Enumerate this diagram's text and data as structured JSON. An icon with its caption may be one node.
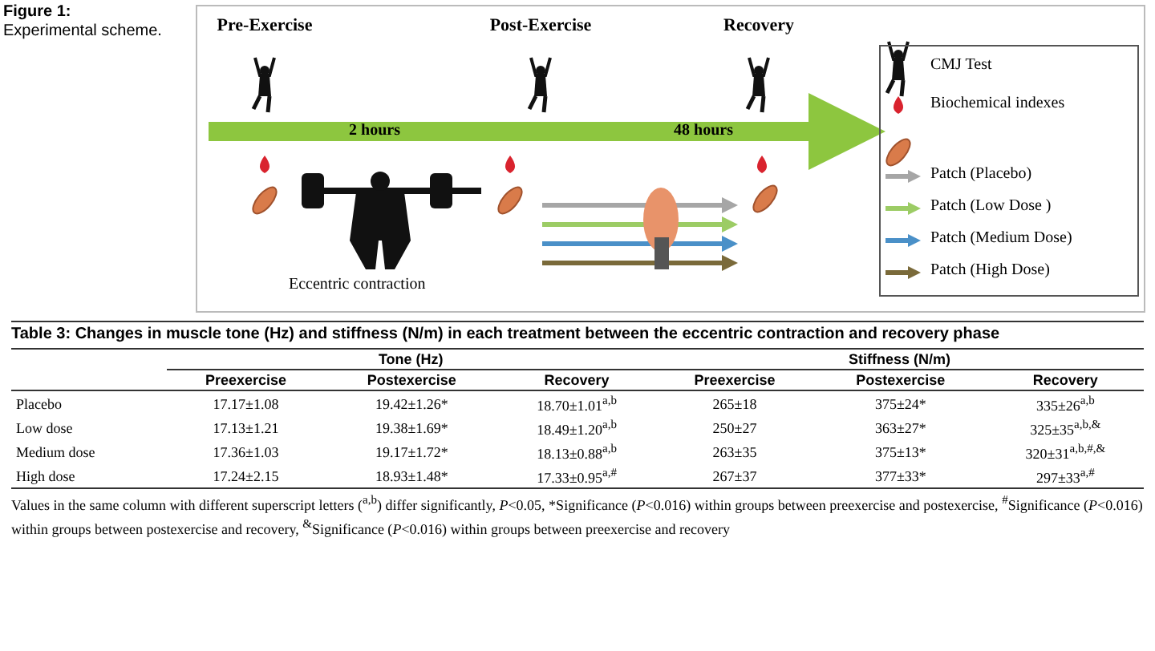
{
  "diagram": {
    "title": "Figure 1:",
    "caption": "Experimental scheme.",
    "nodes": [
      {
        "text": [
          "Pre-Exercise"
        ]
      },
      {
        "text": [
          "Post-Exercise"
        ]
      },
      {
        "text": [
          "Recovery"
        ]
      }
    ],
    "edges": [
      {
        "from": 0,
        "to": 1,
        "arrow": "none",
        "label": "2 hours"
      },
      {
        "from": 1,
        "to": 2,
        "arrow": "to",
        "label": "48 hours"
      }
    ],
    "labels": [
      "Eccentric contraction",
      "Table 3: Changes in muscle tone (Hz) and stiffness (N/m) in each treatment between the eccentric contraction and recovery phase",
      "Tone (Hz)",
      "Stiffness (N/m)",
      "Preexercise",
      "Postexercise",
      "Recovery",
      "Preexercise",
      "Postexercise",
      "Recovery",
      "Placebo",
      "17.17±1.08",
      "19.42±1.26*",
      "18.70±1.01$^{a,b}$",
      "265±18",
      "375±24*",
      "335±26$^{a,b}$",
      "Low dose",
      "17.13±1.21",
      "19.38±1.69*",
      "18.49±1.20$^{a,b}$",
      "250±27",
      "363±27*",
      "325±35$^{a,b,&}$",
      "Medium dose",
      "17.36±1.03",
      "19.17±1.72*",
      "18.13±0.88$^{a,b}$",
      "263±35",
      "375±13*",
      "320±31$^{a,b,#,&}$",
      "High dose",
      "17.24±2.15",
      "18.93±1.48*",
      "17.33±0.95$^{a,#}$",
      "267±37",
      "377±33*",
      "297±33$^{a,#}$",
      "Values in the same column with different superscript letters ($^{a,b}$) differ significantly, *P*<0.05, *Significance (*P*<0.016) within groups between preexercise and postexercise, $^{#}$Significance (*P*<0.016) within groups between postexercise and recovery, $^{&}$Significance (*P*<0.016) within groups between preexercise and recovery"
    ],
    "legend": [
      {
        "text": "CMJ Test"
      },
      {
        "text": "Biochemical indexes"
      },
      {
        "text": "Patch (Placebo)"
      },
      {
        "text": "Patch (Low Dose )"
      },
      {
        "text": "Patch (Medium Dose)"
      },
      {
        "text": "Patch (High Dose)"
      }
    ]
  }
}
